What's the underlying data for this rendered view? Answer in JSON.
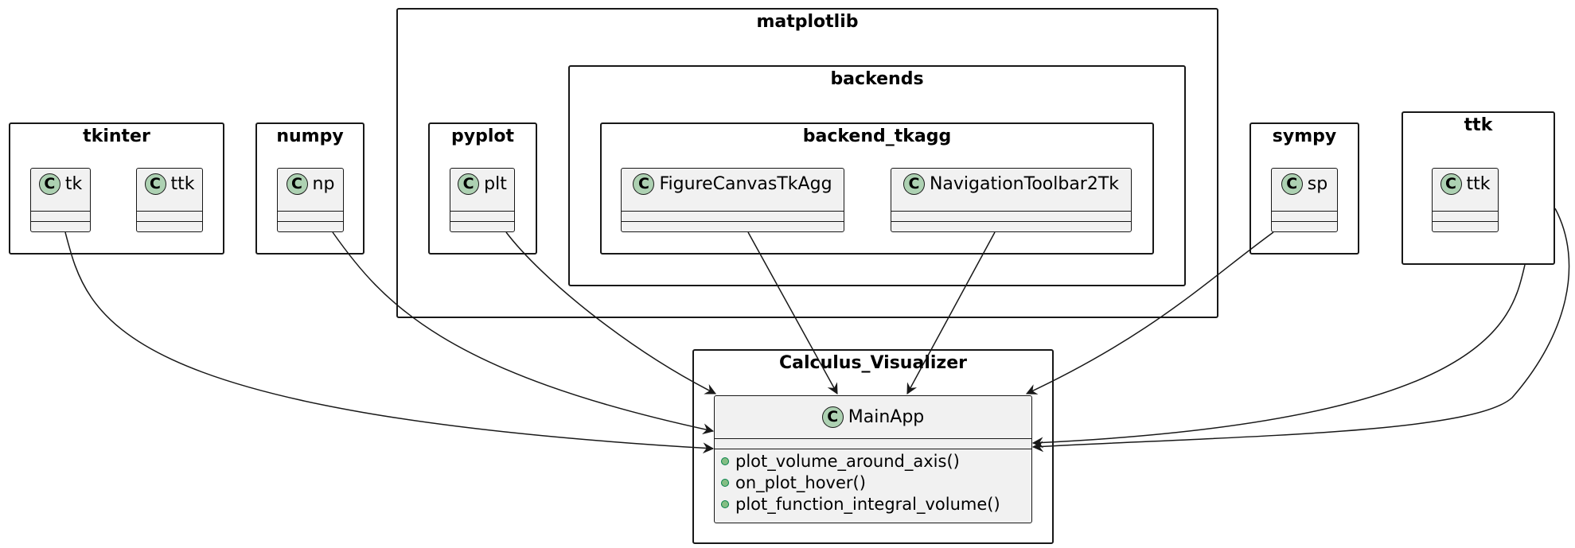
{
  "packages": {
    "matplotlib": "matplotlib",
    "backends": "backends",
    "backend_tkagg": "backend_tkagg",
    "tkinter": "tkinter",
    "numpy": "numpy",
    "pyplot": "pyplot",
    "sympy": "sympy",
    "ttk": "ttk",
    "calculus_visualizer": "Calculus_Visualizer"
  },
  "classes": {
    "tk": "tk",
    "tkinter_ttk": "ttk",
    "np": "np",
    "plt": "plt",
    "figure_canvas": "FigureCanvasTkAgg",
    "nav_toolbar": "NavigationToolbar2Tk",
    "sp": "sp",
    "ttk_ttk": "ttk",
    "main_app": "MainApp"
  },
  "class_icon_letter": "C",
  "main_app_methods": [
    "plot_volume_around_axis()",
    "on_plot_hover()",
    "plot_function_integral_volume()"
  ],
  "dependencies": [
    {
      "from": "tk",
      "to": "MainApp"
    },
    {
      "from": "np",
      "to": "MainApp"
    },
    {
      "from": "plt",
      "to": "MainApp"
    },
    {
      "from": "FigureCanvasTkAgg",
      "to": "MainApp"
    },
    {
      "from": "NavigationToolbar2Tk",
      "to": "MainApp"
    },
    {
      "from": "sp",
      "to": "MainApp"
    },
    {
      "from": "ttk",
      "to": "MainApp"
    },
    {
      "from": "ttk",
      "to": "MainApp"
    }
  ],
  "colors": {
    "border": "#181818",
    "class_fill": "#f1f1f1",
    "class_icon": "#add1b2",
    "method_dot": "#84be84",
    "edge": "#181818"
  }
}
